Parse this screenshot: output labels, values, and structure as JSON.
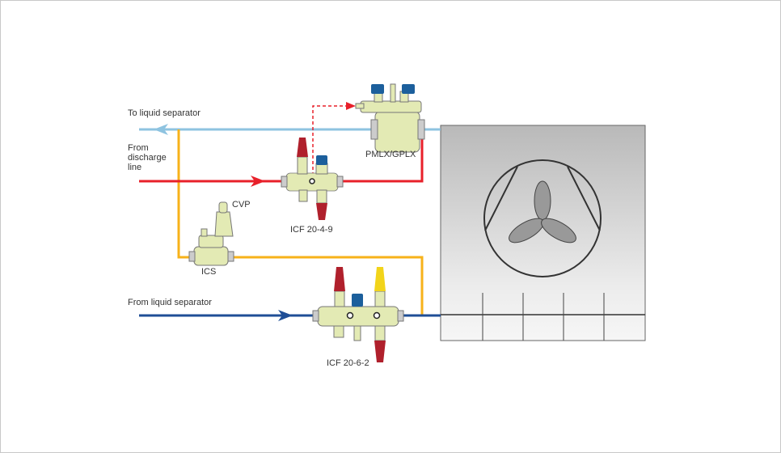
{
  "labels": {
    "to_liquid_separator": "To liquid separator",
    "from_discharge_1": "From",
    "from_discharge_2": "discharge",
    "from_discharge_3": "line",
    "from_liquid_separator": "From liquid separator",
    "pmlx": "PMLX/GPLX",
    "cvp": "CVP",
    "ics": "ICS",
    "icf_top": "ICF 20-4-9",
    "icf_bottom": "ICF 20-6-2"
  },
  "colors": {
    "suction_line": "#8ec3e0",
    "discharge_line": "#e8202a",
    "liquid_line": "#1f4e96",
    "pilot_line": "#f7b21a",
    "valve_body": "#e3eab4",
    "cap_red": "#b0202c",
    "cap_blue": "#1c5f9c",
    "cap_yellow": "#f2d41a"
  }
}
